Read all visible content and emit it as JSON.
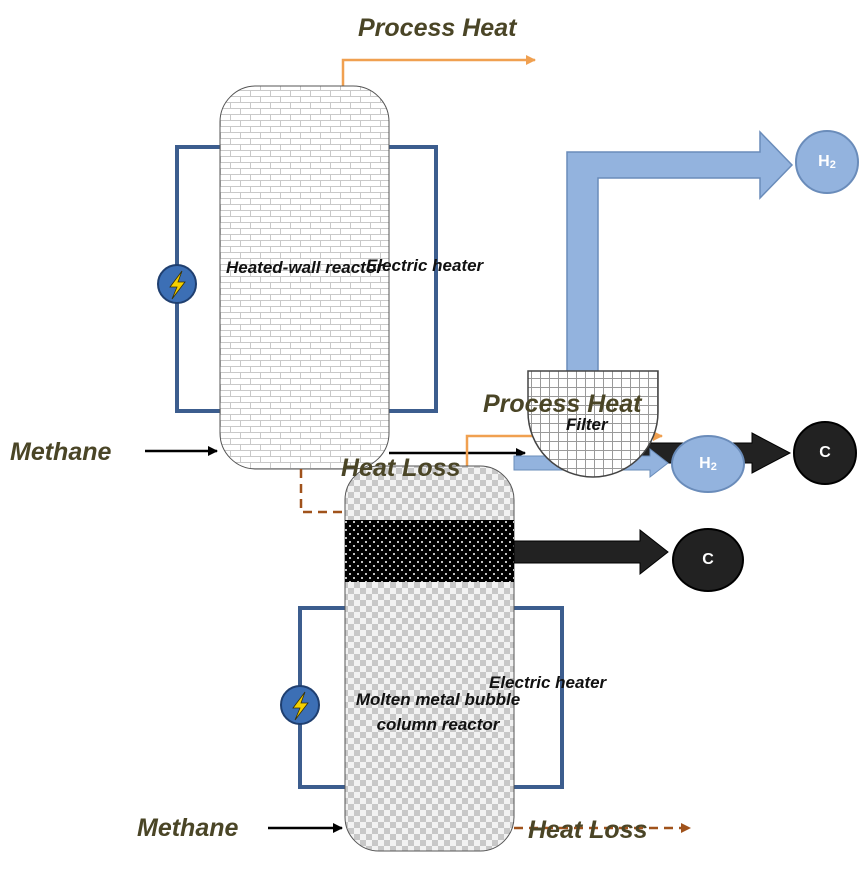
{
  "labels": {
    "process_heat_top": "Process Heat",
    "process_heat_mid": "Process Heat",
    "heated_wall_reactor": "Heated-wall reactor",
    "electric_heater_top": "Electric heater",
    "methane_top": "Methane",
    "heat_loss_mid": "Heat Loss",
    "filter": "Filter",
    "molten_metal_reactor_line1": "Molten metal bubble",
    "molten_metal_reactor_line2": "column reactor",
    "electric_heater_bottom": "Electric heater",
    "methane_bottom": "Methane",
    "heat_loss_bottom": "Heat Loss"
  },
  "outputs": {
    "h2_symbol": "H",
    "h2_subscript": "2",
    "carbon_symbol": "C"
  },
  "icons": [
    "power-lightning-icon"
  ],
  "colors": {
    "process_heat_arrow": "#f0a050",
    "heat_loss_arrow": "#a0521b",
    "heater_wire": "#3c5d8e",
    "hydrogen_flow": "#93b3de",
    "carbon_flow": "#222222",
    "methane_arrow": "#000000"
  }
}
